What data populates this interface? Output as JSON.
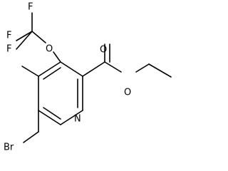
{
  "molecule": {
    "atoms": {
      "f_top": "F",
      "f_left": "F",
      "f_bottom": "F",
      "o_ether": "O",
      "o_carbonyl": "O",
      "o_ester": "O",
      "n_ring": "N",
      "br": "Br"
    }
  }
}
